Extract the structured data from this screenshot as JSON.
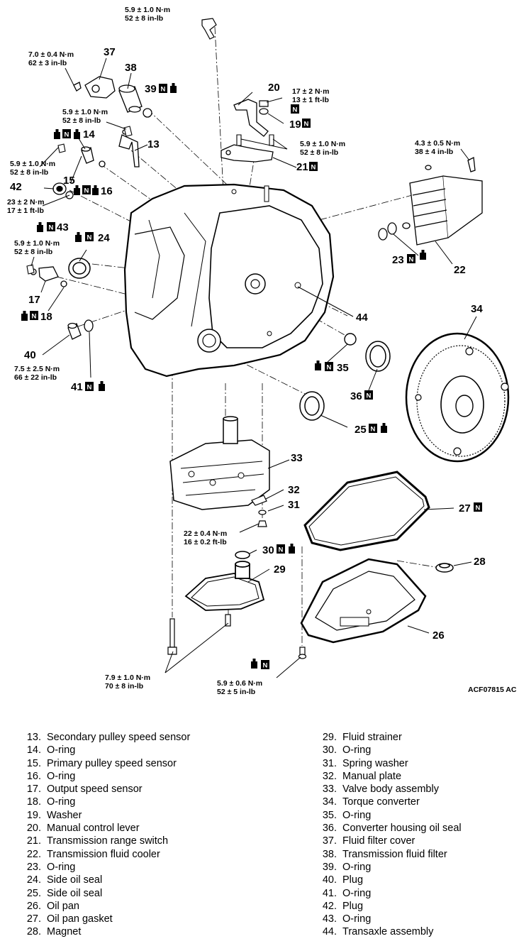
{
  "diagram": {
    "figure_code": "ACF07815 AC",
    "badges": {
      "n": "N"
    },
    "callouts": {
      "c13": "13",
      "c14": "14",
      "c15": "15",
      "c16": "16",
      "c17": "17",
      "c18": "18",
      "c19": "19",
      "c20": "20",
      "c21": "21",
      "c22": "22",
      "c23": "23",
      "c24": "24",
      "c25": "25",
      "c26": "26",
      "c27": "27",
      "c28": "28",
      "c29": "29",
      "c30": "30",
      "c31": "31",
      "c32": "32",
      "c33": "33",
      "c34": "34",
      "c35": "35",
      "c36": "36",
      "c37": "37",
      "c38": "38",
      "c39": "39",
      "c40": "40",
      "c41": "41",
      "c42": "42",
      "c43": "43",
      "c44": "44"
    },
    "torques": [
      {
        "nm": "5.9 ± 1.0 N·m",
        "imp": "52 ± 8 in-lb"
      },
      {
        "nm": "7.0 ± 0.4 N·m",
        "imp": "62 ± 3 in-lb"
      },
      {
        "nm": "17 ± 2 N·m",
        "imp": "13 ± 1 ft-lb"
      },
      {
        "nm": "5.9 ± 1.0 N·m",
        "imp": "52 ± 8 in-lb"
      },
      {
        "nm": "5.9 ± 1.0 N·m",
        "imp": "52 ± 8 in-lb"
      },
      {
        "nm": "5.9 ± 1.0 N·m",
        "imp": "52 ± 8 in-lb"
      },
      {
        "nm": "4.3 ± 0.5 N·m",
        "imp": "38 ± 4 in-lb"
      },
      {
        "nm": "23 ± 2 N·m",
        "imp": "17 ± 1 ft-lb"
      },
      {
        "nm": "5.9 ± 1.0 N·m",
        "imp": "52 ± 8 in-lb"
      },
      {
        "nm": "7.5 ± 2.5 N·m",
        "imp": "66 ± 22 in-lb"
      },
      {
        "nm": "22 ± 0.4 N·m",
        "imp": "16 ± 0.2 ft-lb"
      },
      {
        "nm": "7.9 ± 1.0 N·m",
        "imp": "70 ± 8 in-lb"
      },
      {
        "nm": "5.9 ± 0.6 N·m",
        "imp": "52 ± 5 in-lb"
      }
    ]
  },
  "legend": {
    "left": [
      {
        "num": "13.",
        "label": "Secondary pulley speed sensor"
      },
      {
        "num": "14.",
        "label": "O-ring"
      },
      {
        "num": "15.",
        "label": "Primary pulley speed sensor"
      },
      {
        "num": "16.",
        "label": "O-ring"
      },
      {
        "num": "17.",
        "label": "Output speed sensor"
      },
      {
        "num": "18.",
        "label": "O-ring"
      },
      {
        "num": "19.",
        "label": "Washer"
      },
      {
        "num": "20.",
        "label": "Manual control lever"
      },
      {
        "num": "21.",
        "label": "Transmission range switch"
      },
      {
        "num": "22.",
        "label": "Transmission fluid cooler"
      },
      {
        "num": "23.",
        "label": "O-ring"
      },
      {
        "num": "24.",
        "label": "Side oil seal"
      },
      {
        "num": "25.",
        "label": "Side oil seal"
      },
      {
        "num": "26.",
        "label": "Oil pan"
      },
      {
        "num": "27.",
        "label": "Oil pan gasket"
      },
      {
        "num": "28.",
        "label": "Magnet"
      }
    ],
    "right": [
      {
        "num": "29.",
        "label": "Fluid strainer"
      },
      {
        "num": "30.",
        "label": "O-ring"
      },
      {
        "num": "31.",
        "label": "Spring washer"
      },
      {
        "num": "32.",
        "label": "Manual plate"
      },
      {
        "num": "33.",
        "label": "Valve body assembly"
      },
      {
        "num": "34.",
        "label": "Torque converter"
      },
      {
        "num": "35.",
        "label": "O-ring"
      },
      {
        "num": "36.",
        "label": "Converter housing oil seal"
      },
      {
        "num": "37.",
        "label": "Fluid filter cover"
      },
      {
        "num": "38.",
        "label": "Transmission fluid filter"
      },
      {
        "num": "39.",
        "label": "O-ring"
      },
      {
        "num": "40.",
        "label": "Plug"
      },
      {
        "num": "41.",
        "label": "O-ring"
      },
      {
        "num": "42.",
        "label": "Plug"
      },
      {
        "num": "43.",
        "label": "O-ring"
      },
      {
        "num": "44.",
        "label": "Transaxle assembly"
      }
    ]
  }
}
